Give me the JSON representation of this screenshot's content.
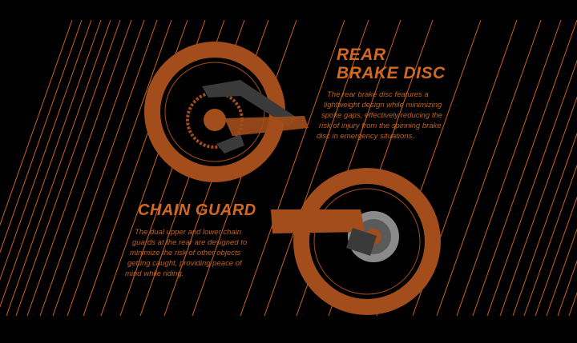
{
  "colors": {
    "accent": "#d2691f",
    "line": "#c8621d",
    "wheel": "#a24d1b",
    "guard": "#3a3a3a"
  },
  "rear_brake": {
    "title_line1": "REAR",
    "title_line2": "BRAKE DISC",
    "description": [
      "The rear brake disc features a",
      "lightweight design while minimizing",
      "spoke gaps, effectively reducing the",
      "risk of injury from the spinning brake",
      "disc in emergency situations."
    ]
  },
  "chain_guard": {
    "title": "CHAIN GUARD",
    "description": [
      "The dual upper and lower chain",
      "guards at the rear are designed to",
      "minimize the risk of other objects",
      "getting caught, providing peace of",
      "mind while riding."
    ]
  }
}
